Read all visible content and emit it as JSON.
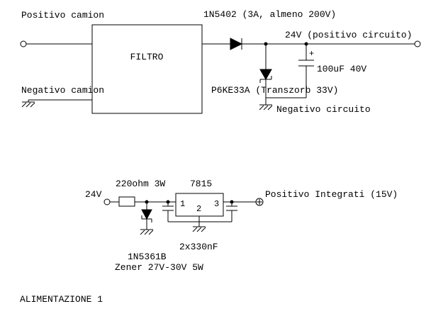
{
  "title": "ALIMENTAZIONE 1",
  "colors": {
    "line": "#000000",
    "background": "#ffffff"
  },
  "top_circuit": {
    "positivo_camion": "Positivo camion",
    "negativo_camion": "Negativo camion",
    "filtro": "FILTRO",
    "diode_label": "1N5402 (3A, almeno 200V)",
    "output_label": "24V (positivo circuito)",
    "transzorb_label": "P6KE33A (Transzorb 33V)",
    "cap_plus": "+",
    "cap_label": "100uF 40V",
    "negativo_circuito": "Negativo circuito"
  },
  "bottom_circuit": {
    "input_label": "24V",
    "resistor_label": "220ohm 3W",
    "regulator_label": "7815",
    "pins": {
      "p1": "1",
      "p2": "2",
      "p3": "3"
    },
    "zener_name": "1N5361B",
    "zener_spec": "Zener 27V-30V 5W",
    "caps_label": "2x330nF",
    "output_label": "Positivo Integrati (15V)"
  }
}
